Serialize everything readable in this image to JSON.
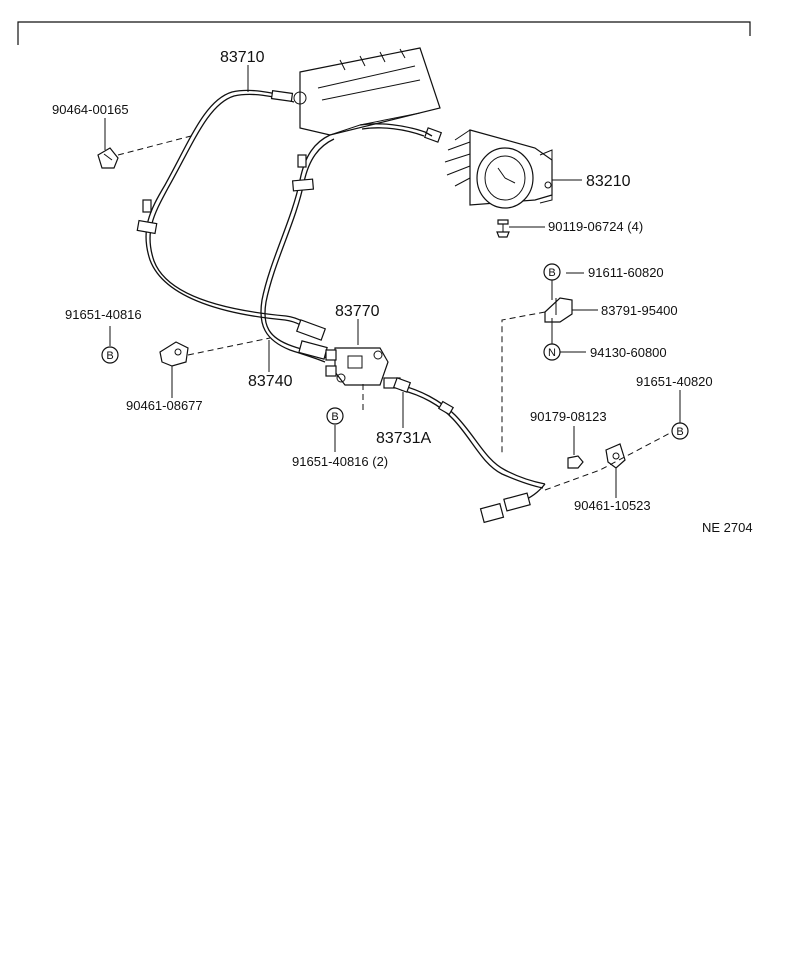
{
  "labels": {
    "p83710": "83710",
    "p90464": "90464-00165",
    "p83210": "83210",
    "p90119": "90119-06724 (4)",
    "p91611": "91611-60820",
    "p83791": "83791-95400",
    "p94130": "94130-60800",
    "p91651a": "91651-40816",
    "p83770": "83770",
    "p90461a": "90461-08677",
    "p83740": "83740",
    "p83731a": "83731A",
    "p91651b": "91651-40816 (2)",
    "p91651c": "91651-40820",
    "p90179": "90179-08123",
    "p90461b": "90461-10523",
    "ref": "NE 2704"
  },
  "symbols": {
    "bolt": "B",
    "nut": "N"
  }
}
